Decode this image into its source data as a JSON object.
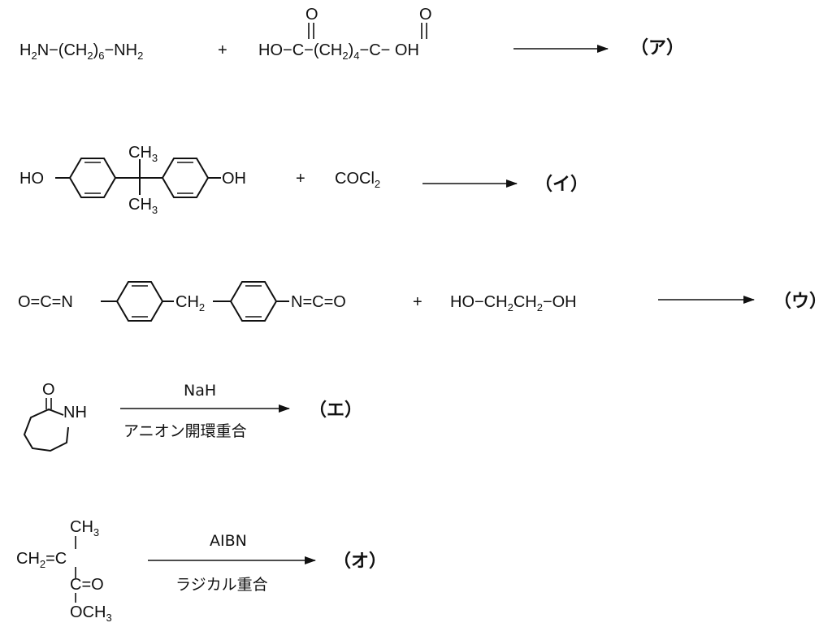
{
  "reaction1": {
    "diamine": {
      "a": "H",
      "b": "2",
      "c": "N−(CH",
      "d": "2",
      "e": ")",
      "f": "6",
      "g": "−NH",
      "h": "2"
    },
    "plus": "+",
    "acid": {
      "o1": "O",
      "o2": "O",
      "a": "HO−",
      "c1": "C",
      "b": "−(CH",
      "s": "2",
      "p": ")",
      "n": "4",
      "dash": "−",
      "c2": "C",
      "e": "− OH"
    },
    "label": "（ア）"
  },
  "reaction2": {
    "left_oh": "HO",
    "ch3_top": "CH3",
    "ch3_bot": "CH3",
    "right_oh": "OH",
    "plus": "+",
    "phosgene": {
      "a": "COCl",
      "b": "2"
    },
    "label": "（イ）"
  },
  "reaction3": {
    "left": "O=C=N",
    "ch2": {
      "a": "CH",
      "b": "2"
    },
    "right": "N=C=O",
    "plus": "+",
    "glycol": {
      "a": "HO−CH",
      "b": "2",
      "c": "CH",
      "d": "2",
      "e": "−OH"
    },
    "label": "（ウ）"
  },
  "reaction4": {
    "o": "O",
    "nh": "NH",
    "reagent": "NaH",
    "condition": "アニオン開環重合",
    "label": "（エ）"
  },
  "reaction5": {
    "ch3": "CH3",
    "ch2": {
      "a": "CH",
      "b": "2",
      "c": "=C"
    },
    "co": "C=O",
    "och3": "OCH3",
    "reagent": "AIBN",
    "condition": "ラジカル重合",
    "label": "（オ）"
  }
}
